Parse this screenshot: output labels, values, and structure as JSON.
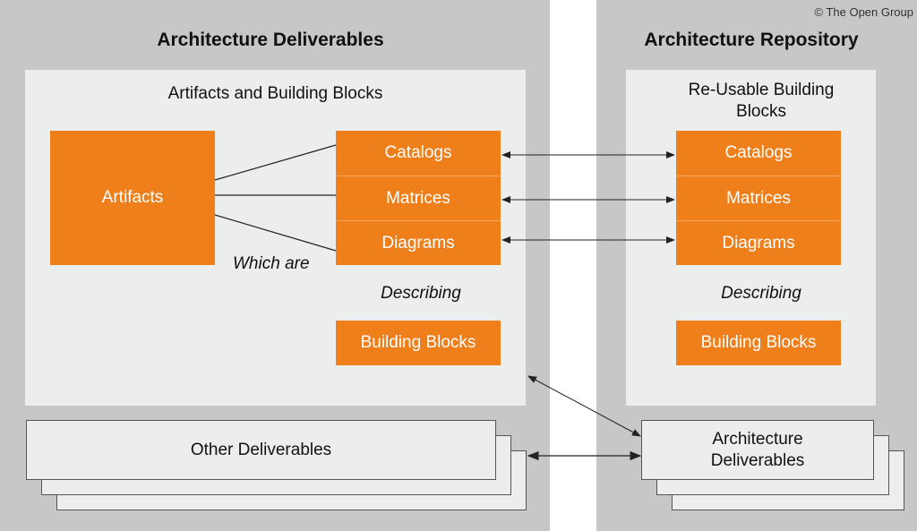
{
  "copyright": "© The Open Group",
  "deliverables": {
    "title": "Architecture Deliverables",
    "inner_title": "Artifacts and Building Blocks",
    "artifacts": "Artifacts",
    "types": [
      "Catalogs",
      "Matrices",
      "Diagrams"
    ],
    "which_are": "Which are",
    "describing": "Describing",
    "building_blocks": "Building Blocks",
    "other": "Other Deliverables"
  },
  "repository": {
    "title": "Architecture Repository",
    "inner_title": "Re-Usable Building Blocks",
    "types": [
      "Catalogs",
      "Matrices",
      "Diagrams"
    ],
    "describing": "Describing",
    "building_blocks": "Building Blocks",
    "deliverables": "Architecture Deliverables"
  },
  "colors": {
    "orange": "#ee7f1b",
    "panel": "#c6c7c6",
    "inner": "#eceeed"
  }
}
